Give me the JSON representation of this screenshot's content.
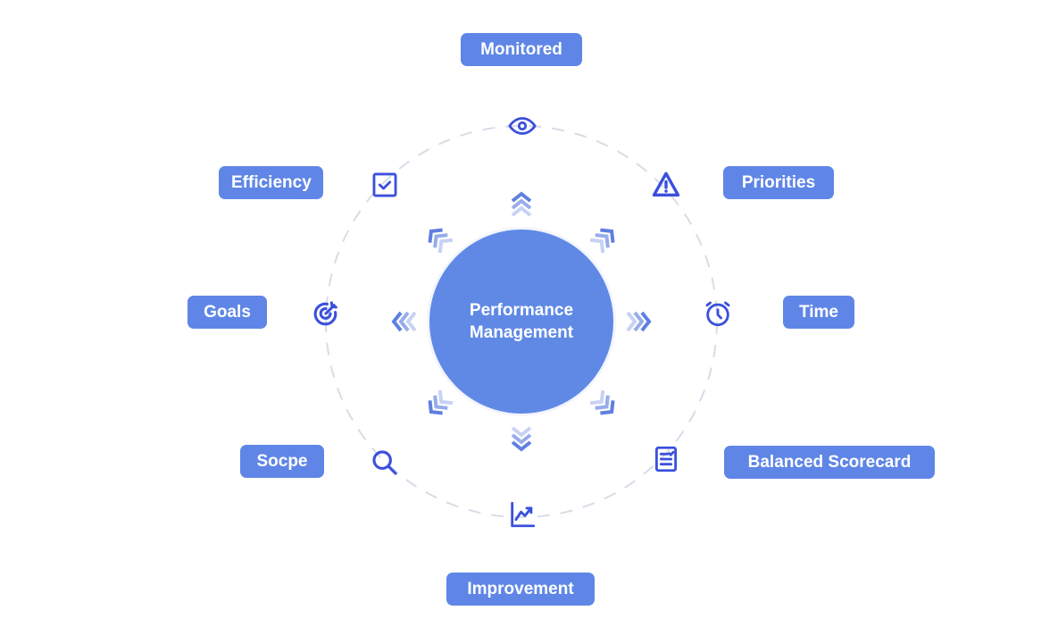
{
  "center": {
    "line1": "Performance",
    "line2": "Management"
  },
  "nodes": [
    {
      "id": "monitored",
      "label": "Monitored",
      "icon": "eye-icon",
      "shade": "lav"
    },
    {
      "id": "priorities",
      "label": "Priorities",
      "icon": "warning-triangle-icon",
      "shade": "pale"
    },
    {
      "id": "time",
      "label": "Time",
      "icon": "alarm-clock-icon",
      "shade": "lav"
    },
    {
      "id": "balanced-scorecard",
      "label": "Balanced Scorecard",
      "icon": "checklist-document-icon",
      "shade": "pale"
    },
    {
      "id": "improvement",
      "label": "Improvement",
      "icon": "trending-chart-icon",
      "shade": "lav"
    },
    {
      "id": "scope",
      "label": "Socpe",
      "icon": "search-icon",
      "shade": "pale"
    },
    {
      "id": "goals",
      "label": "Goals",
      "icon": "target-icon",
      "shade": "lav"
    },
    {
      "id": "efficiency",
      "label": "Efficiency",
      "icon": "checkbox-icon",
      "shade": "pale"
    }
  ],
  "colors": {
    "label_bg": "#5f86e6",
    "center_bg": "#6089e6",
    "icon": "#3a50dd",
    "node_lavender": "#dde3f8",
    "node_pale": "#f1f3fc",
    "ring_dash": "#d9dce6"
  }
}
